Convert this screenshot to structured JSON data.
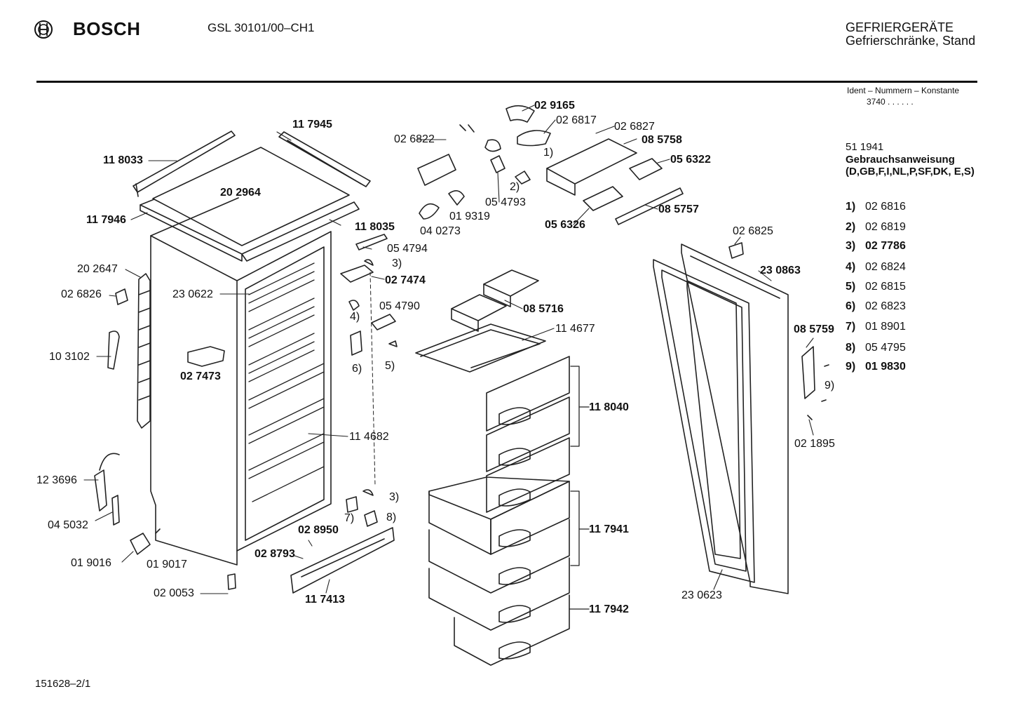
{
  "header": {
    "brand": "BOSCH",
    "model": "GSL  30101/00–CH1",
    "category_line1": "GEFRIERGERÄTE",
    "category_line2": "Gefrierschränke, Stand",
    "logo_icon": "bosch-armature-icon"
  },
  "ident": {
    "line1": "Ident – Nummern – Konstante",
    "line2": "3740  .  .  .  .  .  ."
  },
  "manual": {
    "number": "51 1941",
    "title": "Gebrauchsanweisung (D,GB,F,I,NL,P,SF,DK, E,S)"
  },
  "key": [
    {
      "ref": "1)",
      "part": "02 6816"
    },
    {
      "ref": "2)",
      "part": "02 6819"
    },
    {
      "ref": "3)",
      "part": "02 7786"
    },
    {
      "ref": "4)",
      "part": "02 6824"
    },
    {
      "ref": "5)",
      "part": "02 6815"
    },
    {
      "ref": "6)",
      "part": "02 6823"
    },
    {
      "ref": "7)",
      "part": "01 8901"
    },
    {
      "ref": "8)",
      "part": "05 4795"
    },
    {
      "ref": "9)",
      "part": "01 9830"
    }
  ],
  "part_labels": [
    "11 7945",
    "11 8033",
    "20 2964",
    "11 7946",
    "11 8035",
    "20 2647",
    "02 6826",
    "23 0622",
    "10 3102",
    "02 7473",
    "11 4682",
    "12 3696",
    "04 5032",
    "01 9016",
    "01 9017",
    "02 0053",
    "02 8793",
    "02 8950",
    "11 7413",
    "7)",
    "8)",
    "3)",
    "05 4794",
    "3)",
    "02 7474",
    "4)",
    "05 4790",
    "6)",
    "5)",
    "02 9165",
    "02 6817",
    "02 6822",
    "02 6827",
    "08 5758",
    "1)",
    "2)",
    "05 6322",
    "05 4793",
    "01 9319",
    "04 0273",
    "05 6326",
    "08 5757",
    "08 5716",
    "11 4677",
    "11 8040",
    "11 7941",
    "11 7942",
    "02 6825",
    "23 0863",
    "08 5759",
    "9)",
    "02 1895",
    "23 0623"
  ],
  "footer": "151628–2/1"
}
